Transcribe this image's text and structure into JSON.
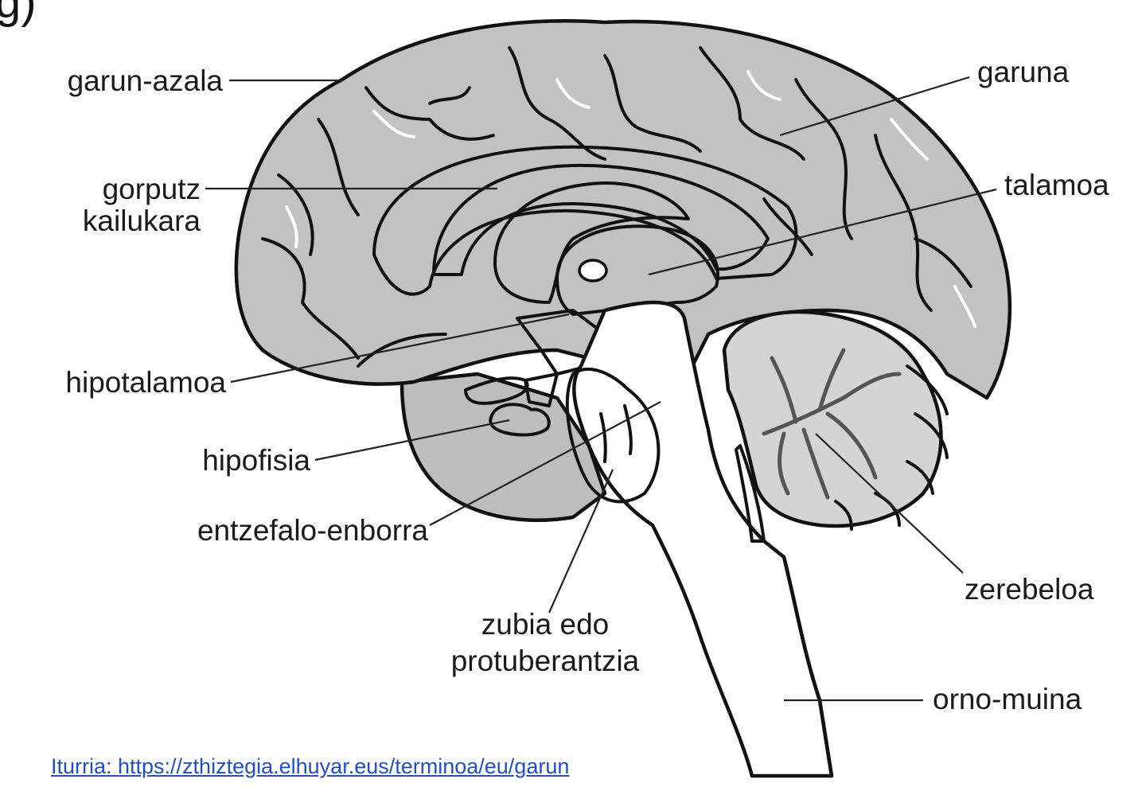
{
  "title_fragment": "g)",
  "labels": {
    "garun_azala": "garun-azala",
    "garuna": "garuna",
    "gorputz_kailukara_1": "gorputz",
    "gorputz_kailukara_2": "kailukara",
    "talamoa": "talamoa",
    "hipotalamoa": "hipotalamoa",
    "hipofisia": "hipofisia",
    "entzefalo_enborra": "entzefalo-enborra",
    "zerebeloa": "zerebeloa",
    "zubia_1": "zubia edo",
    "zubia_2": "protuberantzia",
    "orno_muina": "orno-muina"
  },
  "source": {
    "text": "Iturria: https://zthiztegia.elhuyar.eus/terminoa/eu/garun"
  },
  "colors": {
    "cortex": "#c2c2c2",
    "inner": "#e4e4e4",
    "ventricle": "#6e6e6e",
    "cerebellum": "#d4d4d4",
    "brainstem": "#ffffff",
    "link": "#1f4fcf"
  }
}
